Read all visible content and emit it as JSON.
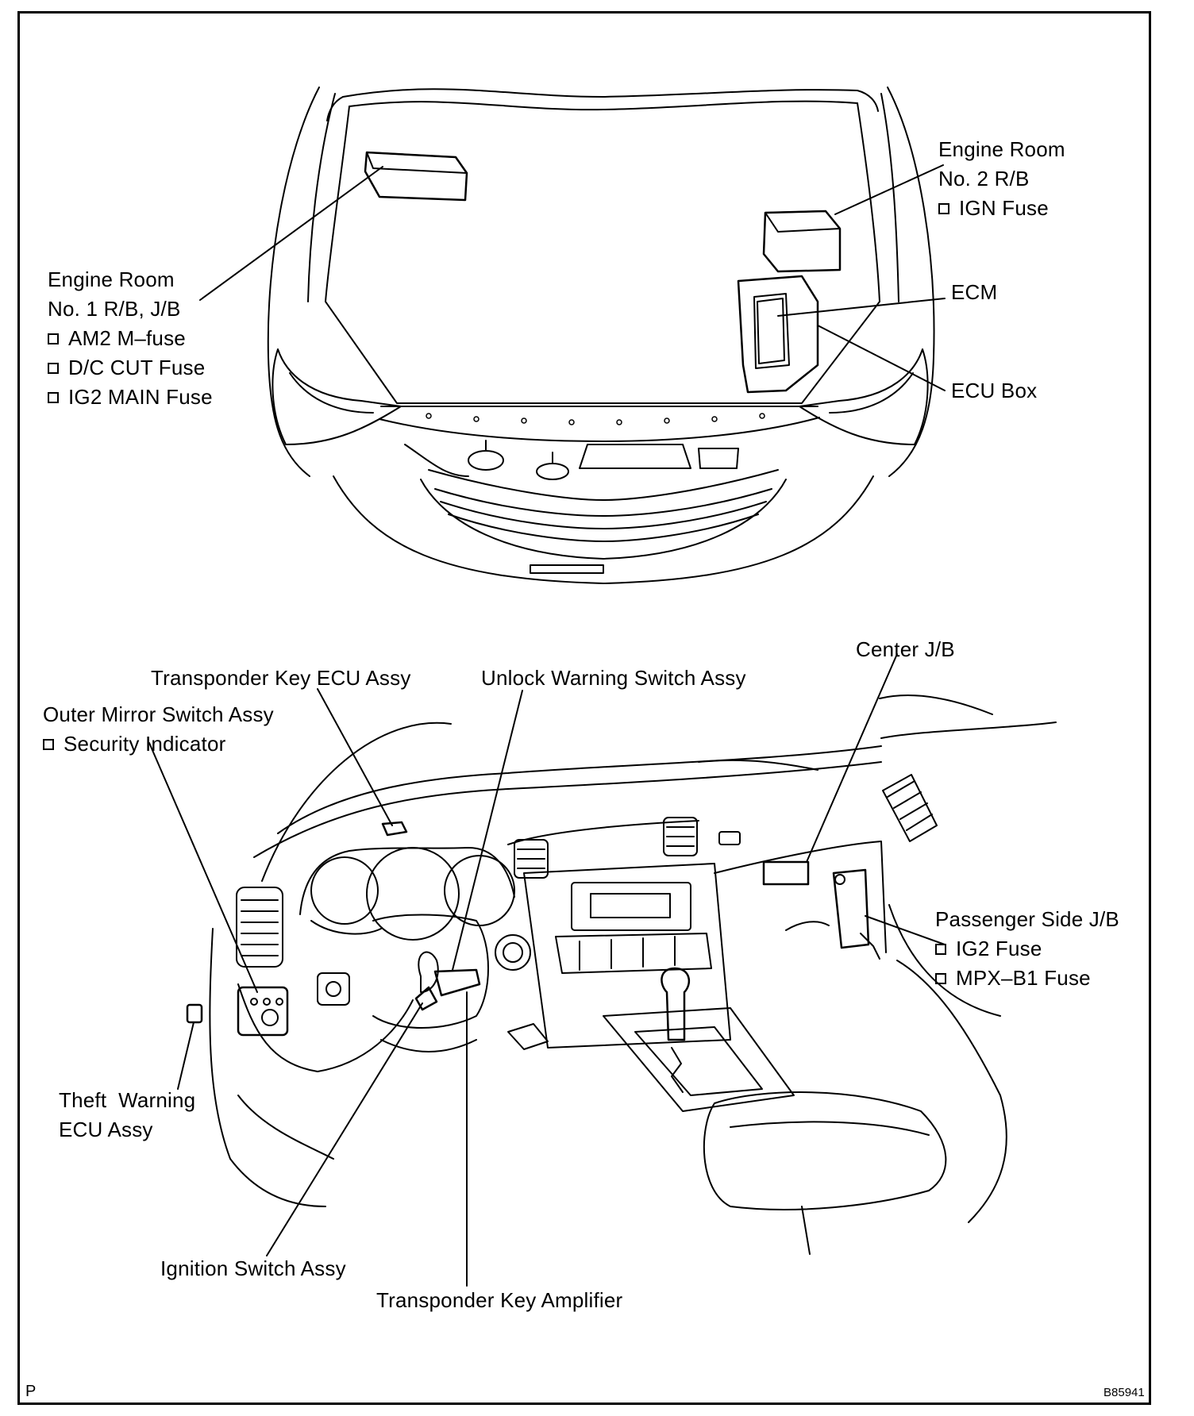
{
  "page_letter": "P",
  "figure_code": "B85941",
  "engine_labels": {
    "room1": {
      "lines": [
        "Engine Room",
        "No. 1 R/B, J/B"
      ],
      "items": [
        "AM2 M–fuse",
        "D/C CUT Fuse",
        "IG2 MAIN Fuse"
      ]
    },
    "room2": {
      "lines": [
        "Engine Room",
        "No. 2 R/B"
      ],
      "items": [
        "IGN Fuse"
      ]
    },
    "ecm": "ECM",
    "ecu_box": "ECU Box"
  },
  "interior_labels": {
    "center_jb": "Center J/B",
    "transponder_ecu": "Transponder Key ECU Assy",
    "unlock_warning": "Unlock Warning Switch Assy",
    "outer_mirror": {
      "line": "Outer Mirror Switch Assy",
      "item": "Security Indicator"
    },
    "passenger_jb": {
      "line": "Passenger Side J/B",
      "items": [
        "IG2 Fuse",
        "MPX–B1 Fuse"
      ]
    },
    "theft_warning": [
      "Theft  Warning",
      "ECU Assy"
    ],
    "ignition_switch": "Ignition Switch Assy",
    "transponder_amp": "Transponder Key Amplifier"
  }
}
